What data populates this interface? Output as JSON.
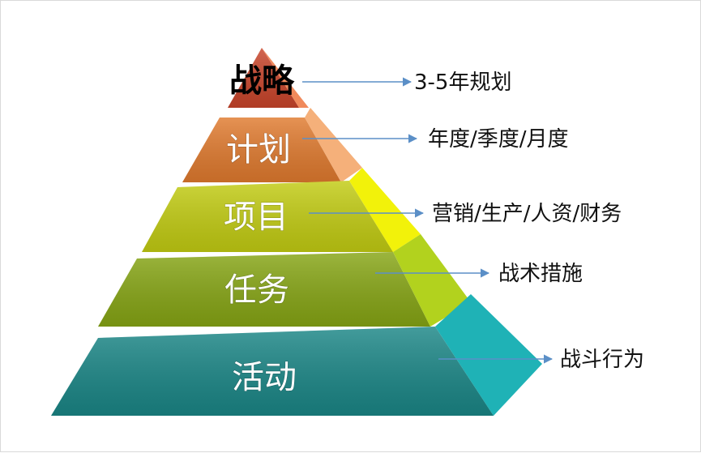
{
  "diagram": {
    "levels": [
      {
        "label": "战略",
        "note": "3-5年规划",
        "front": "#c8442a",
        "side": "#f08a5c"
      },
      {
        "label": "计划",
        "note": "年度/季度/月度",
        "front": "#e07a2e",
        "side": "#f5b07a"
      },
      {
        "label": "项目",
        "note": "营销/生产/人资/财务",
        "front": "#c2cc12",
        "side": "#f2f20a"
      },
      {
        "label": "任务",
        "note": "战术措施",
        "front": "#86a514",
        "side": "#b2d21e"
      },
      {
        "label": "活动",
        "note": "战斗行为",
        "front": "#1a8686",
        "side": "#1fb2b6"
      }
    ],
    "colors": {
      "arrow": "#5b8fc7"
    }
  }
}
